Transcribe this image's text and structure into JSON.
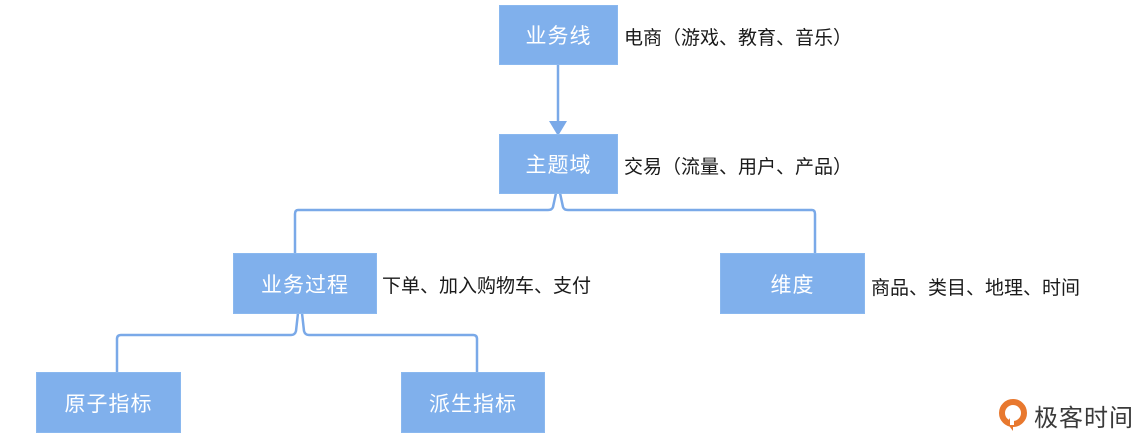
{
  "diagram": {
    "nodes": [
      {
        "id": "business-line",
        "label": "业务线",
        "note": "电商（游戏、教育、音乐）"
      },
      {
        "id": "subject-domain",
        "label": "主题域",
        "note": "交易（流量、用户、产品）"
      },
      {
        "id": "business-process",
        "label": "业务过程",
        "note": "下单、加入购物车、支付"
      },
      {
        "id": "dimension",
        "label": "维度",
        "note": "商品、类目、地理、时间"
      },
      {
        "id": "atomic-metric",
        "label": "原子指标"
      },
      {
        "id": "derived-metric",
        "label": "派生指标"
      }
    ],
    "edges": [
      {
        "from": "business-line",
        "to": "subject-domain",
        "type": "arrow"
      },
      {
        "from": "subject-domain",
        "to": "business-process",
        "type": "branch"
      },
      {
        "from": "subject-domain",
        "to": "dimension",
        "type": "branch"
      },
      {
        "from": "business-process",
        "to": "atomic-metric",
        "type": "branch"
      },
      {
        "from": "business-process",
        "to": "derived-metric",
        "type": "branch"
      }
    ],
    "colors": {
      "box": "#80b0ec",
      "line": "#7aa9e8",
      "logo": "#e8782e"
    }
  },
  "watermark": {
    "text": "极客时间",
    "icon": "geektime-logo-icon"
  }
}
